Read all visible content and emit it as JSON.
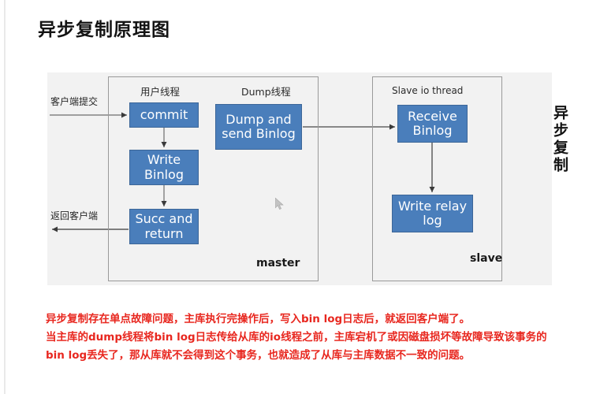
{
  "page": {
    "title": "异步复制原理图",
    "vertical_label": "异步复制"
  },
  "diagram": {
    "zones": [
      {
        "id": "master",
        "label": "master"
      },
      {
        "id": "slave",
        "label": "slave"
      }
    ],
    "thread_captions": [
      {
        "id": "user-thread",
        "label": "用户线程"
      },
      {
        "id": "dump-thread",
        "label": "Dump线程"
      },
      {
        "id": "slave-io-thread",
        "label": "Slave io thread"
      }
    ],
    "boxes": [
      {
        "id": "commit",
        "label": "commit"
      },
      {
        "id": "write-binlog",
        "label": "Write Binlog"
      },
      {
        "id": "succ-and-return",
        "label": "Succ and return"
      },
      {
        "id": "dump-and-send-binlog",
        "label": "Dump and send Binlog"
      },
      {
        "id": "receive-binlog",
        "label": "Receive Binlog"
      },
      {
        "id": "write-relay-log",
        "label": "Write relay log"
      }
    ],
    "side_labels": [
      {
        "id": "client-submit",
        "label": "客户端提交"
      },
      {
        "id": "return-to-client",
        "label": "返回客户端"
      }
    ],
    "colors": {
      "box_fill": "#4a7ebb",
      "box_border": "#3c6698",
      "panel_bg": "#f2f2f2",
      "outline": "#9a9a9a",
      "caption_red": "#e8271f"
    }
  },
  "caption": {
    "line1": "异步复制存在单点故障问题，主库执行完操作后，写入bin log日志后，就返回客户端了。",
    "line2": "当主库的dump线程将bin log日志传给从库的io线程之前，主库宕机了或因磁盘损坏等故障导致该事务的",
    "line3": "bin log丢失了，那从库就不会得到这个事务，也就造成了从库与主库数据不一致的问题。"
  }
}
